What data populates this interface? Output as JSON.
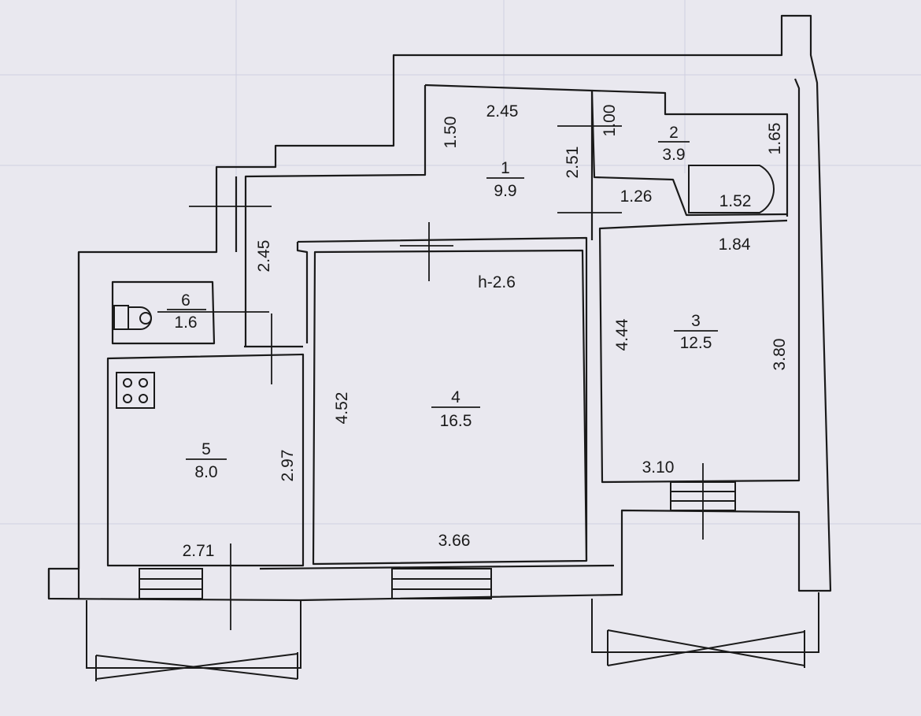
{
  "floor_plan": {
    "ceiling_height": "h-2.6",
    "rooms": [
      {
        "number": "1",
        "area": "9.9"
      },
      {
        "number": "2",
        "area": "3.9"
      },
      {
        "number": "3",
        "area": "12.5"
      },
      {
        "number": "4",
        "area": "16.5"
      },
      {
        "number": "5",
        "area": "8.0"
      },
      {
        "number": "6",
        "area": "1.6"
      }
    ],
    "dimensions": {
      "room1_top": "2.45",
      "room1_left": "1.50",
      "room1_right": "2.51",
      "corridor_left": "2.45",
      "room2_left": "1.00",
      "room2_right": "1.65",
      "bath_width": "1.52",
      "room3_top_left": "1.26",
      "room3_top": "1.84",
      "room3_left": "4.44",
      "room3_right": "3.80",
      "room3_bottom": "3.10",
      "room4_left": "4.52",
      "room4_bottom": "3.66",
      "room5_right": "2.97",
      "room5_bottom": "2.71"
    },
    "colors": {
      "background": "#e9e8ef",
      "line": "#1a1a1a",
      "grid": "#cfcfe0"
    }
  }
}
